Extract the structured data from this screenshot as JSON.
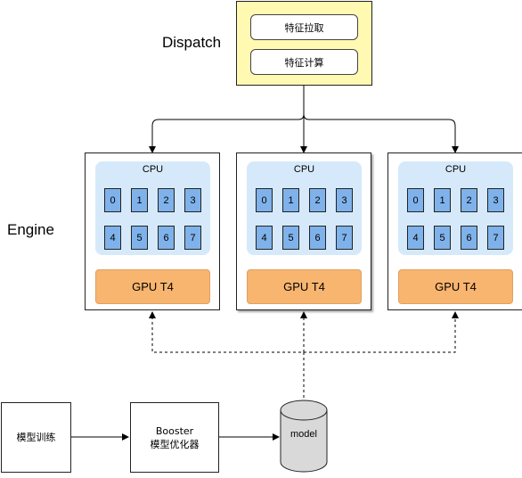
{
  "labels": {
    "dispatch": "Dispatch",
    "engine": "Engine"
  },
  "dispatch": {
    "tasks": [
      "特征拉取",
      "特征计算"
    ]
  },
  "engines": [
    {
      "cpu_label": "CPU",
      "cores": [
        "0",
        "1",
        "2",
        "3",
        "4",
        "5",
        "6",
        "7"
      ],
      "gpu_label": "GPU T4"
    },
    {
      "cpu_label": "CPU",
      "cores": [
        "0",
        "1",
        "2",
        "3",
        "4",
        "5",
        "6",
        "7"
      ],
      "gpu_label": "GPU T4"
    },
    {
      "cpu_label": "CPU",
      "cores": [
        "0",
        "1",
        "2",
        "3",
        "4",
        "5",
        "6",
        "7"
      ],
      "gpu_label": "GPU T4"
    }
  ],
  "pipeline": {
    "training": "模型训练",
    "booster_line1": "Booster",
    "booster_line2": "模型优化器",
    "model": "model"
  },
  "colors": {
    "dispatch_bg": "#fff9b2",
    "cpu_panel": "#d6e9fb",
    "core": "#7fb2ea",
    "gpu": "#f8b56f",
    "model_cylinder": "#d9d9d9"
  }
}
